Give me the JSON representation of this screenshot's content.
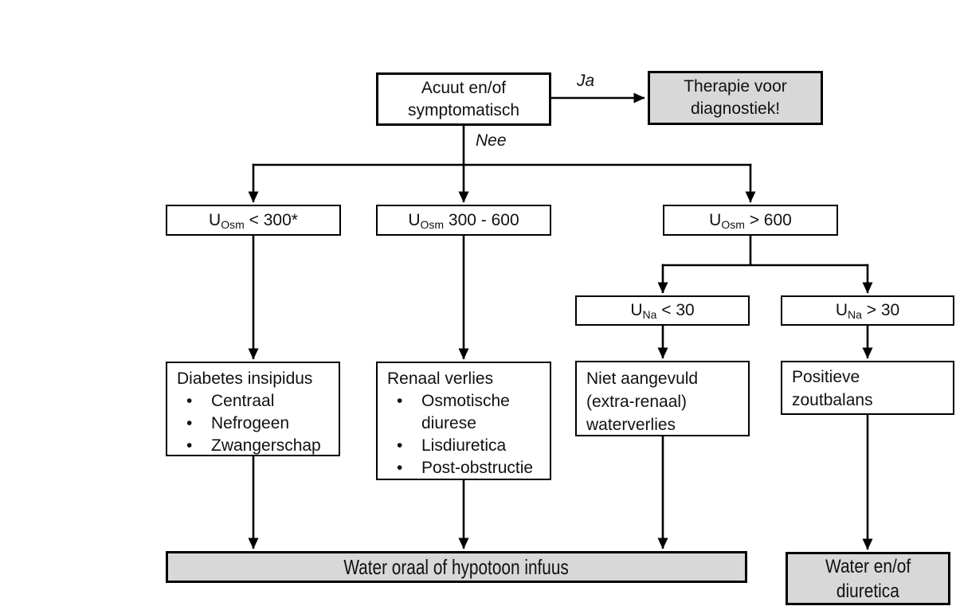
{
  "flowchart": {
    "decision": {
      "line1": "Acuut en/of",
      "line2": "symptomatisch"
    },
    "edge_labels": {
      "yes": "Ja",
      "no": "Nee"
    },
    "therapy": {
      "line1": "Therapie voor",
      "line2": "diagnostiek!"
    },
    "osm_low": {
      "base": "U",
      "sub": "Osm",
      "rest": " < 300*"
    },
    "osm_mid": {
      "base": "U",
      "sub": "Osm",
      "rest": " 300 - 600"
    },
    "osm_high": {
      "base": "U",
      "sub": "Osm",
      "rest": " > 600"
    },
    "na_low": {
      "base": "U",
      "sub": "Na",
      "rest": " < 30"
    },
    "na_high": {
      "base": "U",
      "sub": "Na",
      "rest": " > 30"
    },
    "diabetes": {
      "title": "Diabetes insipidus",
      "bullet_char": "•",
      "bullets": [
        "Centraal",
        "Nefrogeen",
        "Zwangerschap"
      ]
    },
    "renal": {
      "title": "Renaal verlies",
      "bullet_char": "•",
      "bullets": [
        "Osmotische diurese",
        "Lisdiuretica",
        "Post-obstructie"
      ]
    },
    "extrarenal": {
      "line1": "Niet aangevuld",
      "line2": "(extra-renaal)",
      "line3": "waterverlies"
    },
    "saltbalance": {
      "line1": "Positieve",
      "line2": "zoutbalans"
    },
    "outcome_water": {
      "label": "Water oraal of hypotoon infuus"
    },
    "outcome_diuretics": {
      "line1": "Water en/of",
      "line2": "diuretica"
    }
  },
  "colors": {
    "node_fill": "#ffffff",
    "action_fill": "#d8d8d8",
    "line": "#000000"
  }
}
